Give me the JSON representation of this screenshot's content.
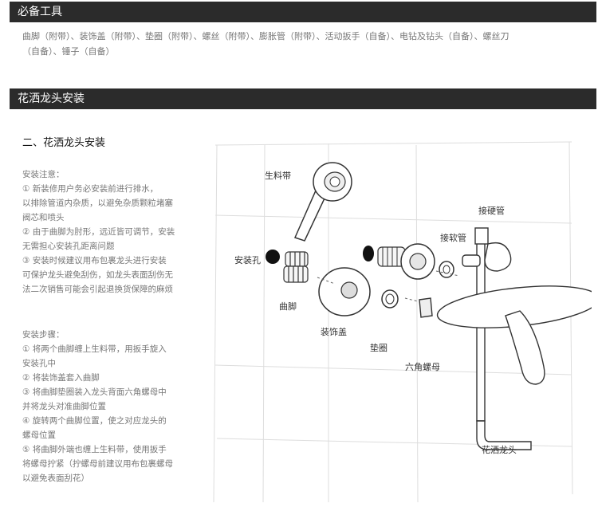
{
  "section1": {
    "title": "必备工具",
    "tools_line1": "曲脚（附带）、装饰盖（附带）、垫圈（附带）、螺丝（附带）、膨胀管（附带）、活动扳手（自备）、电钻及钻头（自备）、螺丝刀",
    "tools_line2": "（自备）、锤子（自备）"
  },
  "section2": {
    "title": "花洒龙头安装",
    "subtitle": "二、花洒龙头安装"
  },
  "notes": {
    "heading": "安装注意：",
    "lines": [
      "① 新装修用户务必安装前进行排水，",
      "以排除管道内杂质，以避免杂质颗粒堵塞",
      "阀芯和喷头",
      "② 由于曲脚为肘形，远近皆可调节，安装",
      "无需担心安装孔距离问题",
      "③ 安装时候建议用布包裹龙头进行安装",
      "可保护龙头避免刮伤，如龙头表面刮伤无",
      "法二次销售可能会引起退换货保障的麻烦"
    ]
  },
  "steps": {
    "heading": "安装步骤：",
    "lines": [
      "① 将两个曲脚缠上生料带，用扳手旋入",
      "安装孔中",
      "② 将装饰盖套入曲脚",
      "③ 将曲脚垫圈装入龙头背面六角螺母中",
      "并将龙头对准曲脚位置",
      "④ 旋转两个曲脚位置，使之对应龙头的",
      "螺母位置",
      "⑤ 将曲脚外端也缠上生料带，使用扳手",
      "将螺母拧紧（拧螺母前建议用布包裹螺母",
      "以避免表面刮花）"
    ]
  },
  "diagram": {
    "labels": {
      "tape": "生料带",
      "hole": "安装孔",
      "leg": "曲脚",
      "cover": "装饰盖",
      "washer": "垫圈",
      "nut": "六角螺母",
      "hard_pipe": "接硬管",
      "soft_pipe": "接软管",
      "faucet": "花洒龙头"
    }
  },
  "colors": {
    "bar": "#2b2b2b",
    "text_muted": "#777777"
  }
}
